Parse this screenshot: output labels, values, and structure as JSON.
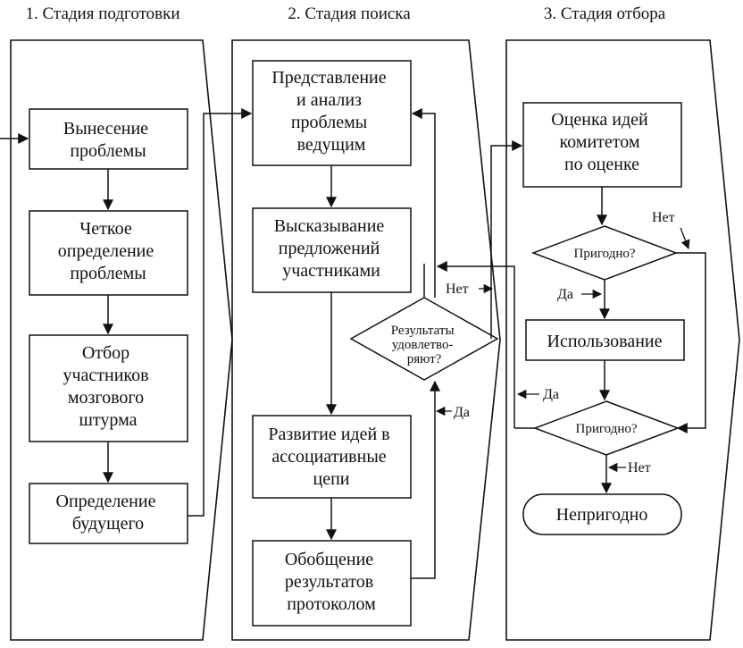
{
  "stages": [
    {
      "title": "1. Стадия подготовки"
    },
    {
      "title": "2. Стадия поиска"
    },
    {
      "title": "3. Стадия отбора"
    }
  ],
  "prep": {
    "box1": [
      "Вынесение",
      "проблемы"
    ],
    "box2": [
      "Четкое",
      "определение",
      "проблемы"
    ],
    "box3": [
      "Отбор",
      "участников",
      "мозгового",
      "штурма"
    ],
    "box4": [
      "Определение",
      "будущего"
    ]
  },
  "search": {
    "box1": [
      "Представление",
      "и анализ",
      "проблемы",
      "ведущим"
    ],
    "box2": [
      "Высказывание",
      "предложений",
      "участниками"
    ],
    "decision": [
      "Результаты",
      "удовлетво-",
      "ряют?"
    ],
    "box3": [
      "Развитие идей в",
      "ассоциативные",
      "цепи"
    ],
    "box4": [
      "Обобщение",
      "результатов",
      "протоколом"
    ],
    "no_label": "Нет",
    "yes_label": "Да"
  },
  "select": {
    "box1": [
      "Оценка идей",
      "комитетом",
      "по оценке"
    ],
    "decision1": "Пригодно?",
    "use_box": "Использование",
    "decision2": "Пригодно?",
    "final": "Непригодно",
    "no1_label": "Нет",
    "yes1_label": "Да",
    "yes2_label": "Да",
    "no2_label": "Нет"
  }
}
